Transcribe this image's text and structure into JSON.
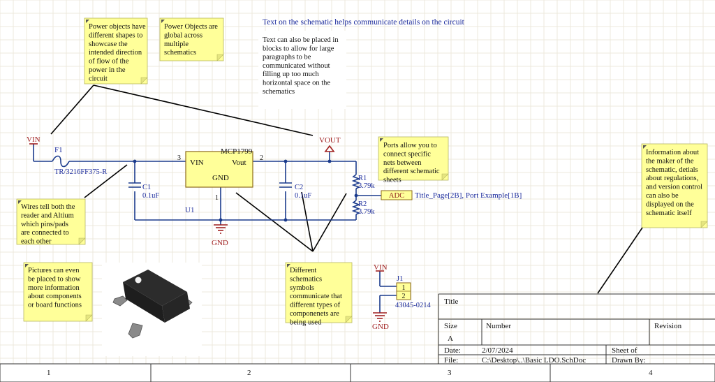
{
  "notes": {
    "power_objects": [
      "Power objects have",
      "different shapes to",
      "showcase the",
      "intended direction",
      "of flow of the",
      "power in the",
      "circuit"
    ],
    "power_global": [
      "Power Objects are",
      "global across",
      "multiple",
      "schematics"
    ],
    "ports": [
      "Ports allow you to",
      "connect specific",
      "nets between",
      "different schematic",
      "sheets"
    ],
    "info": [
      "Information about",
      "the maker of the",
      "schematic, detials",
      "about regulations,",
      "and version control",
      "can also be",
      "displayed on the",
      "schematic itself"
    ],
    "wires": [
      "Wires tell both the",
      "reader and Altium",
      "which pins/pads",
      "are connected to",
      "each other"
    ],
    "pictures": [
      "Pictures can even",
      "be placed to show",
      "more information",
      "about components",
      "or board functions"
    ],
    "symbols": [
      "Different",
      "schematics",
      "symbols",
      "communicate that",
      "different types of",
      "componenets are",
      "being used"
    ]
  },
  "text": {
    "heading": "Text on the schematic helps communicate details on the circuit",
    "block": [
      "Text can also be placed in",
      "blocks to allow for large",
      "paragraphs to be",
      "communicated without",
      "filling up too much",
      "horizontal space on the",
      "schematics"
    ]
  },
  "circuit": {
    "vin": "VIN",
    "vout": "VOUT",
    "gnd": "GND",
    "fuse_ref": "F1",
    "fuse_part": "TR/3216FF375-R",
    "ic_part": "MCP1799",
    "ic_ref": "U1",
    "ic_vin": "VIN",
    "ic_vout": "Vout",
    "ic_gnd": "GND",
    "pin3": "3",
    "pin2": "2",
    "pin1": "1",
    "c1_ref": "C1",
    "c1_val": "0.1uF",
    "c2_ref": "C2",
    "c2_val": "0.1uF",
    "r1_ref": "R1",
    "r1_val": "3.79k",
    "r2_ref": "R2",
    "r2_val": "3.79k",
    "port_name": "ADC",
    "port_refs": "Title_Page[2B], Port Example[1B]",
    "j1_vin": "VIN",
    "j1_ref": "J1",
    "j1_pin1": "1",
    "j1_pin2": "2",
    "j1_part": "43045-0214",
    "j1_gnd": "GND"
  },
  "title_block": {
    "title": "Title",
    "size": "Size",
    "size_val": "A",
    "number": "Number",
    "revision": "Revision",
    "date": "Date:",
    "date_val": "2/07/2024",
    "sheet": "Sheet   of",
    "file": "File:",
    "file_val": "C:\\Desktop\\..\\Basic LDO.SchDoc",
    "drawn_by": "Drawn By:"
  },
  "zones": [
    "1",
    "2",
    "3",
    "4"
  ],
  "colors": {
    "wire": "#1a3a8c",
    "power": "#a02020",
    "note": "#ffff99",
    "grid": "#ece8dc"
  }
}
